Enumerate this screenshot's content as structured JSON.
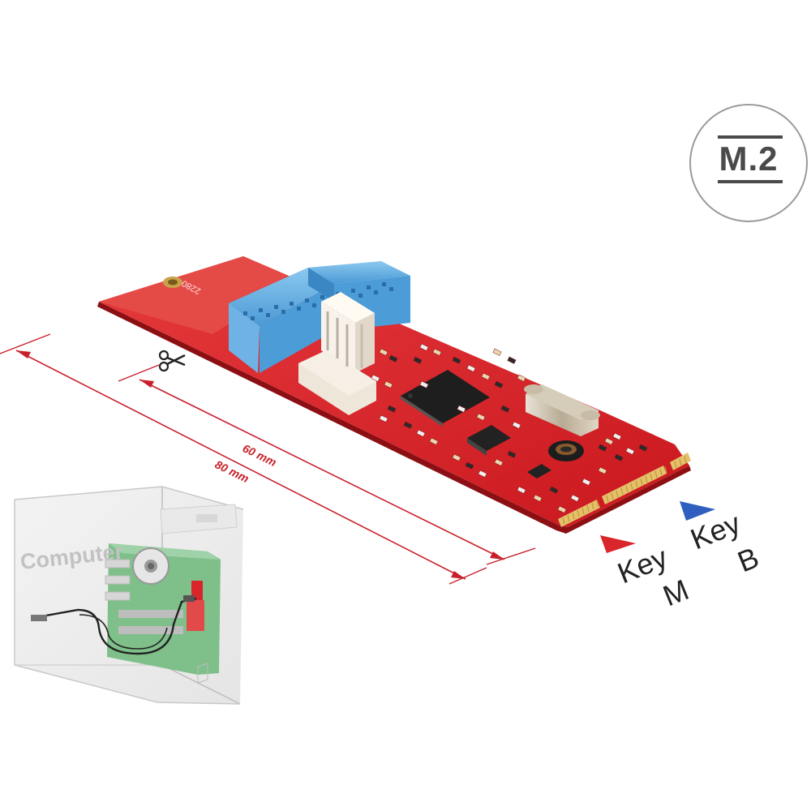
{
  "badge": {
    "label": "M.2"
  },
  "board": {
    "size_marking": "2280",
    "accent_board": "#d8262b",
    "accent_header": "#5aa9df",
    "accent_connector": "#f6efe6",
    "accent_gold": "#e5c06a"
  },
  "dimensions": {
    "short_label": "60 mm",
    "long_label": "80 mm",
    "line_color": "#c8202a"
  },
  "keys": {
    "key_m": {
      "word": "Key",
      "letter": "M",
      "color": "#d8262b"
    },
    "key_b": {
      "word": "Key",
      "letter": "B",
      "color": "#2f5fbf"
    }
  },
  "inset": {
    "label": "Computer"
  },
  "icons": {
    "cut": "scissors-icon"
  }
}
